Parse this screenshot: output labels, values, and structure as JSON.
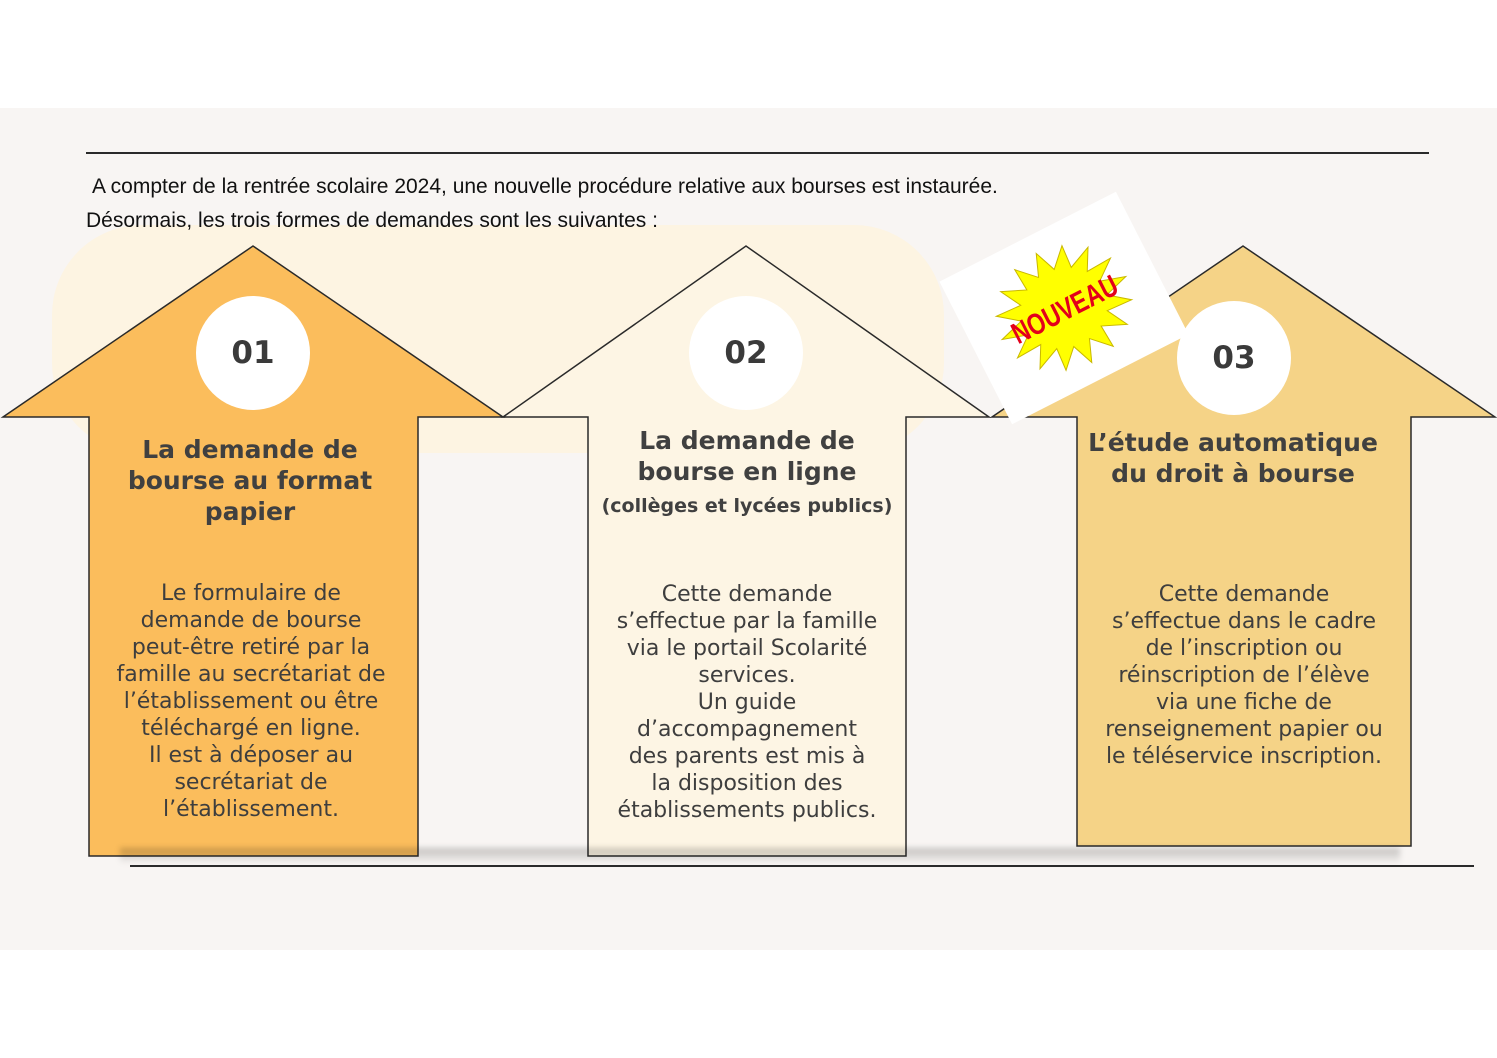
{
  "intro": {
    "line1": "A compter de la rentrée scolaire 2024, une nouvelle procédure relative aux bourses est instaurée.",
    "line2": "Désormais, les trois formes de demandes sont les suivantes :"
  },
  "steps": [
    {
      "number": "01",
      "title": "La demande de bourse au format papier",
      "subtitle": "",
      "body": " Le formulaire de\ndemande de bourse\npeut-être retiré par la\nfamille au secrétariat de\nl’établissement ou être\ntéléchargé en ligne.\nIl est à déposer au\nsecrétariat de\nl’établissement.",
      "color": "#fbbd5c"
    },
    {
      "number": "02",
      "title": "La demande de bourse en ligne",
      "subtitle": "(collèges et lycées publics)",
      "body": "Cette demande\ns’effectue par la famille\nvia le portail Scolarité\nservices.\nUn guide\nd’accompagnement\ndes parents  est mis à\nla disposition des\nétablissements publics.",
      "color": "#fdf5e4"
    },
    {
      "number": "03",
      "title": "L’étude automatique du droit à bourse",
      "subtitle": "",
      "body": "Cette demande\ns’effectue dans le cadre\nde l’inscription ou\nréinscription de l’élève\nvia une fiche de\nrenseignement papier ou\nle téléservice inscription.",
      "color": "#f5d387"
    }
  ],
  "badge": {
    "text": "NOUVEAU",
    "star_color": "#ffff00",
    "text_color": "#e3001b"
  }
}
